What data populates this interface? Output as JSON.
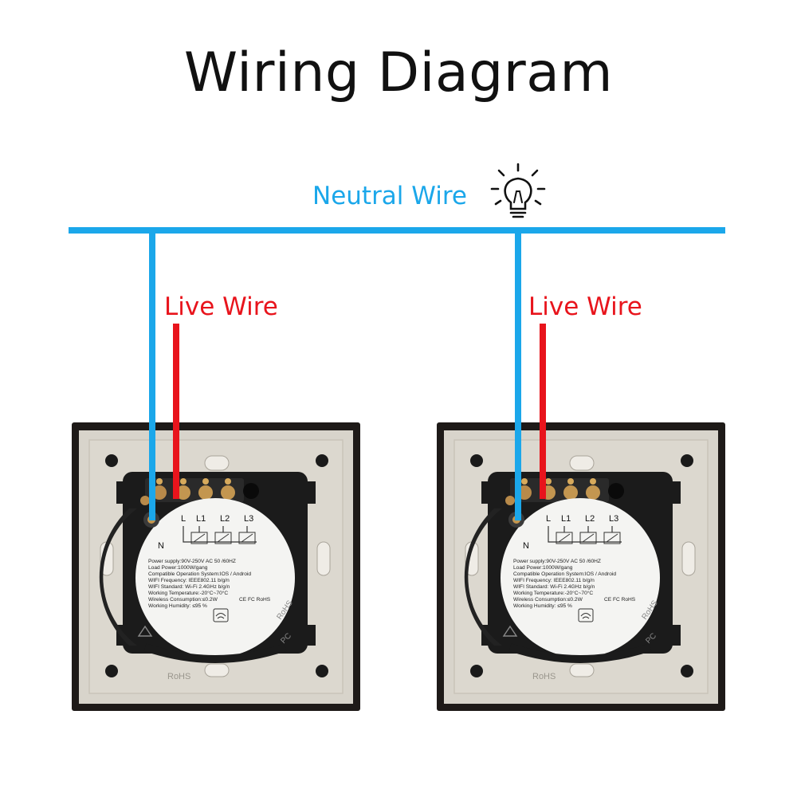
{
  "title": "Wiring Diagram",
  "labels": {
    "neutral_wire": "Neutral Wire",
    "live_wire": "Live Wire"
  },
  "colors": {
    "neutral": "#1ba7ea",
    "live": "#e8141c",
    "frame": "#1e1a18",
    "plate": "#d8d4cb",
    "module": "#1b1b1b",
    "label_panel": "#f4f4f2"
  },
  "icons": [
    "light-bulb-icon",
    "wifi-icon",
    "recycle-icon"
  ],
  "switch": {
    "terminals": [
      "L",
      "L1",
      "L2",
      "L3"
    ],
    "neutral_terminal": "N",
    "specs": [
      "Power supply:90V-250V AC  50 /60HZ",
      "Load Power:1000W/gang",
      "Compatible Operation System:IOS / Android",
      "WIFI Frequency: IEEE802.11 b/g/n",
      "WIFI Standard: Wi-Fi 2.4GHz b/g/n",
      "Working Temperature:-20°C~70°C",
      "Wireless Consumption:≤0.2W",
      "Working Humidity: ≤95 %"
    ],
    "cert_marks": "CE FC RoHS",
    "rim_rohs": "RoHS",
    "rim_pc": "PC",
    "bottom_rohs": "RoHS"
  }
}
